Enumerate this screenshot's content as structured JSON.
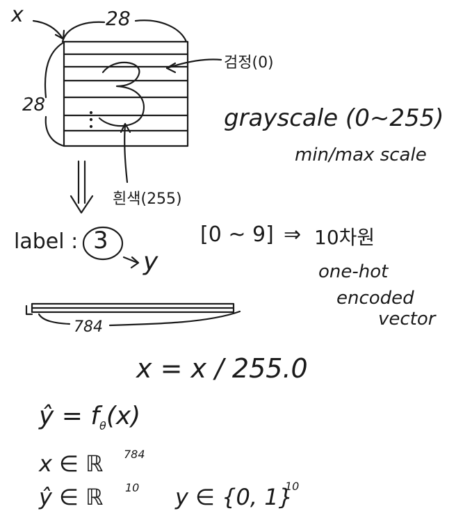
{
  "image_block": {
    "x_label": "x",
    "width_label": "28",
    "height_label": "28",
    "digit": "3",
    "black_label": "검정(0)",
    "white_label": "흰색(255)"
  },
  "notes": {
    "grayscale": "grayscale (0~255)",
    "minmax": "min/max scale"
  },
  "label_line": {
    "label_text": "label :",
    "digit": "3",
    "y_symbol": "y",
    "range": "[0 ~ 9]",
    "arrow": "⇒",
    "dims": "10차원",
    "onehot_1": "one-hot",
    "onehot_2": "encoded",
    "onehot_3": "vector"
  },
  "vector": {
    "length_label": "784"
  },
  "formulas": {
    "normalize": "x = x / 255.0",
    "model": "ŷ = f",
    "model_sub": "θ",
    "model_arg": "(x)",
    "x_in": "x ∈ ℝ",
    "x_dim": "784",
    "yhat_in": "ŷ ∈ ℝ",
    "yhat_dim": "10",
    "y_in": "y ∈ {0, 1}",
    "y_dim": "10"
  }
}
